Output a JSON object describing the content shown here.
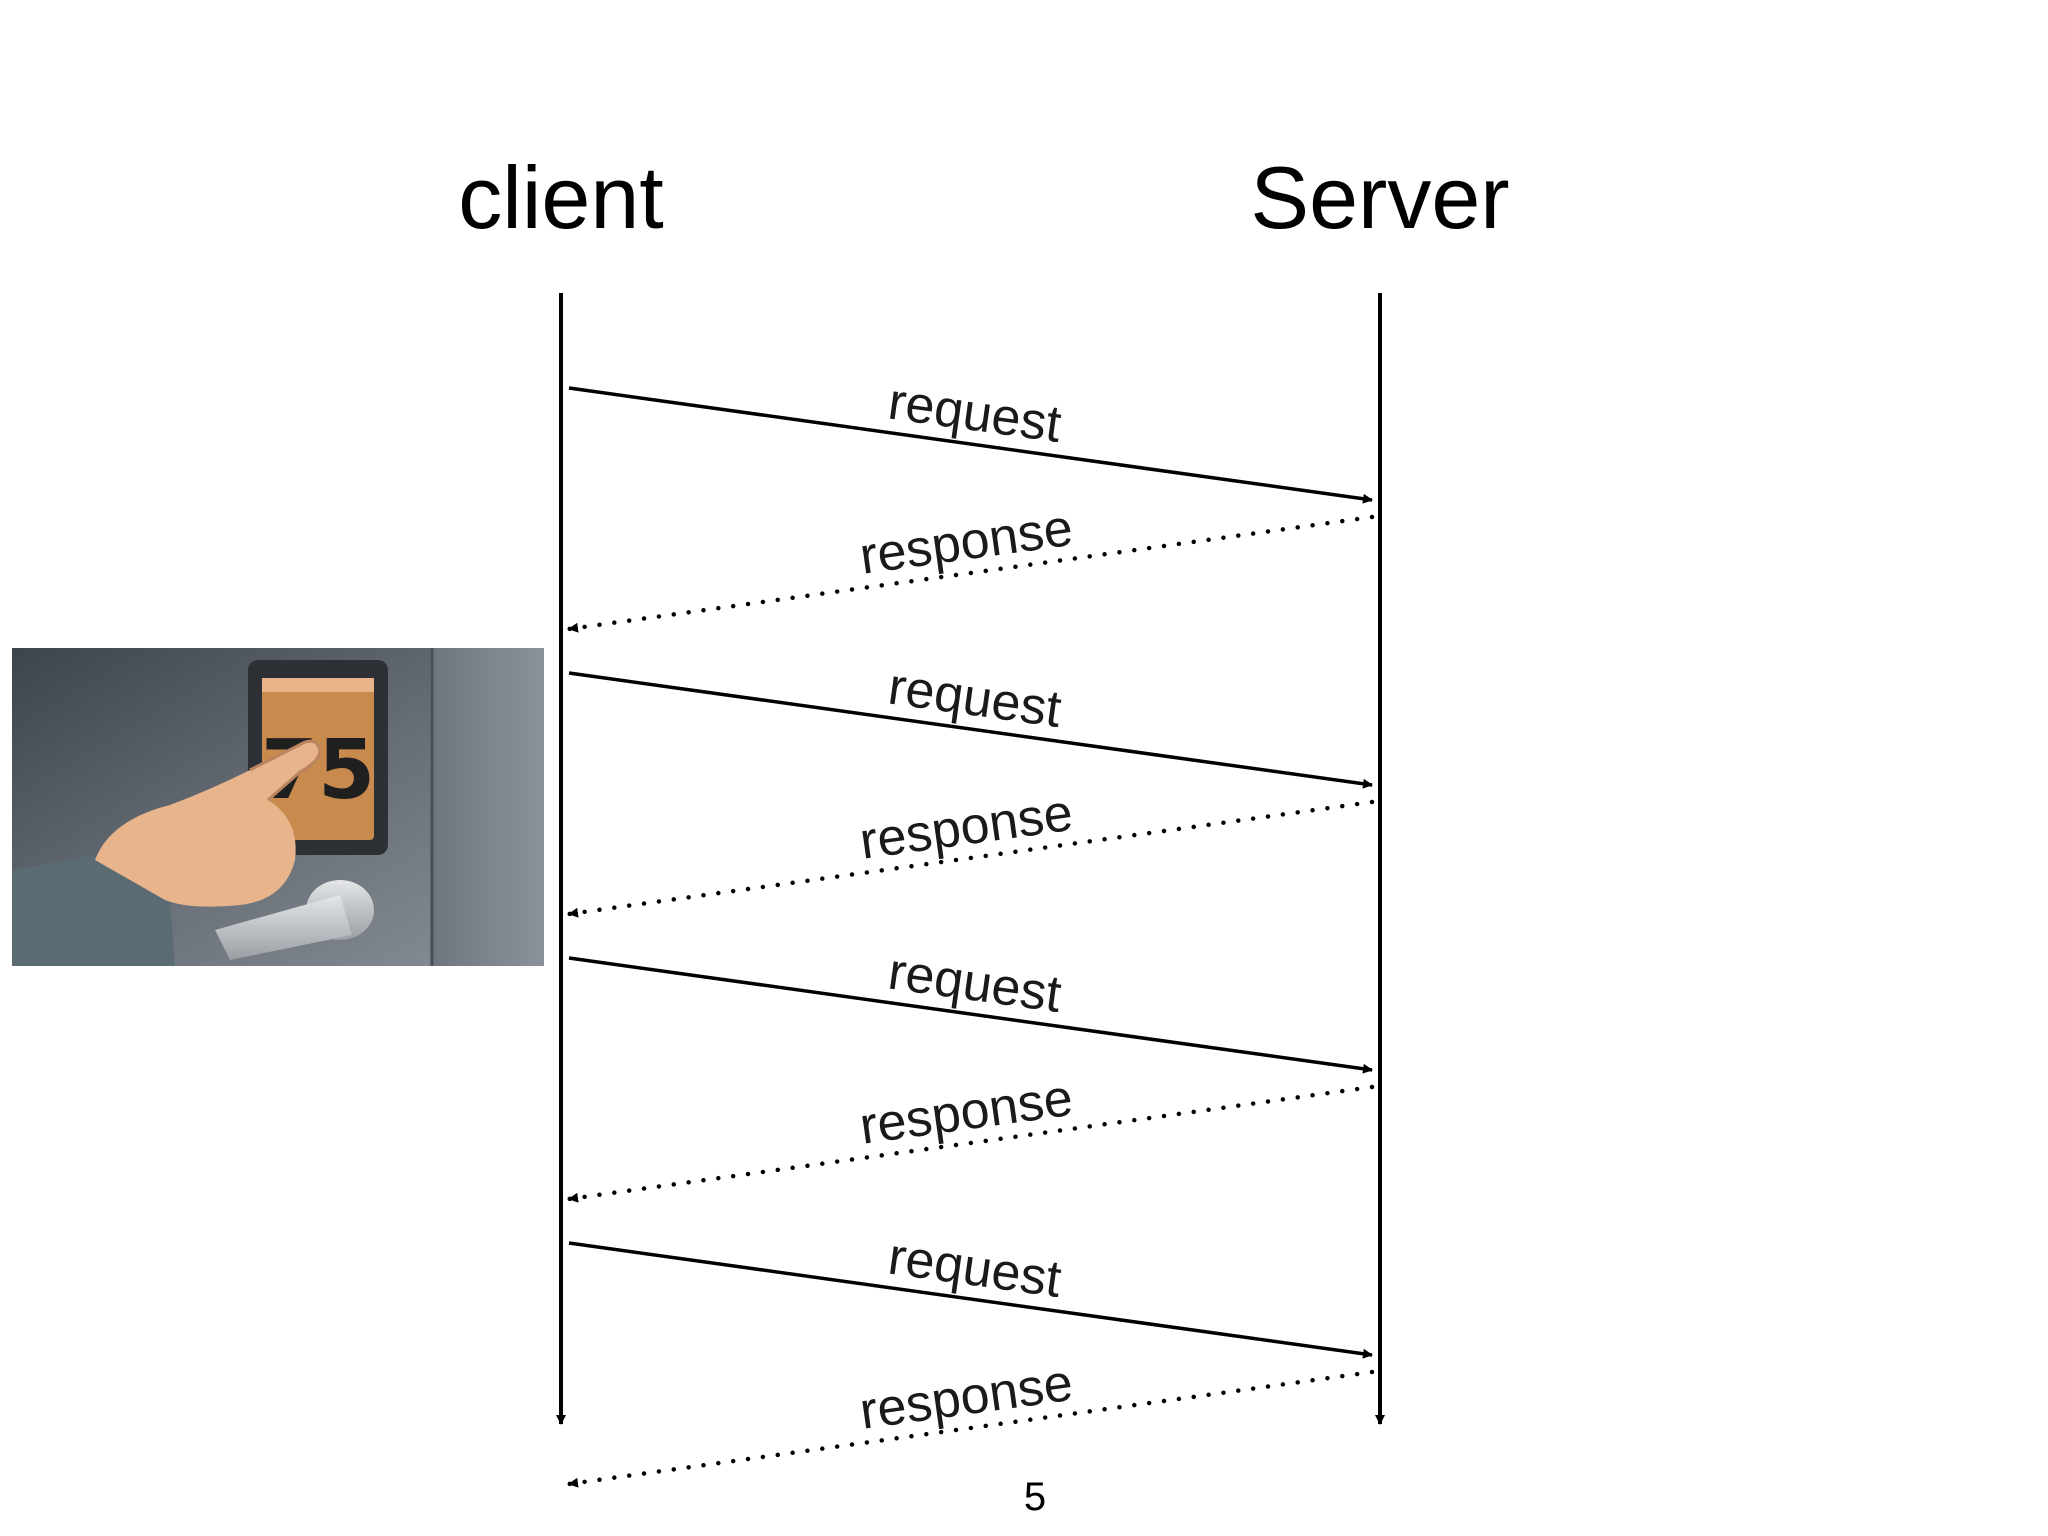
{
  "participants": {
    "client": "client",
    "server": "Server"
  },
  "messages": [
    {
      "label": "request",
      "direction": "client-to-server",
      "style": "solid"
    },
    {
      "label": "response",
      "direction": "server-to-client",
      "style": "dotted"
    },
    {
      "label": "request",
      "direction": "client-to-server",
      "style": "solid"
    },
    {
      "label": "response",
      "direction": "server-to-client",
      "style": "dotted"
    },
    {
      "label": "request",
      "direction": "client-to-server",
      "style": "solid"
    },
    {
      "label": "response",
      "direction": "server-to-client",
      "style": "dotted"
    },
    {
      "label": "request",
      "direction": "client-to-server",
      "style": "solid"
    },
    {
      "label": "response",
      "direction": "server-to-client",
      "style": "dotted"
    }
  ],
  "illustration": {
    "icon": "finger-pressing-elevator-button",
    "button_number": "75"
  },
  "page_number": "5",
  "colors": {
    "line": "#000000",
    "text": "#1a1a1a",
    "wall": "#5c636b",
    "button": "#c98a4e",
    "skin": "#e8b48c",
    "sleeve": "#5b6b73"
  }
}
